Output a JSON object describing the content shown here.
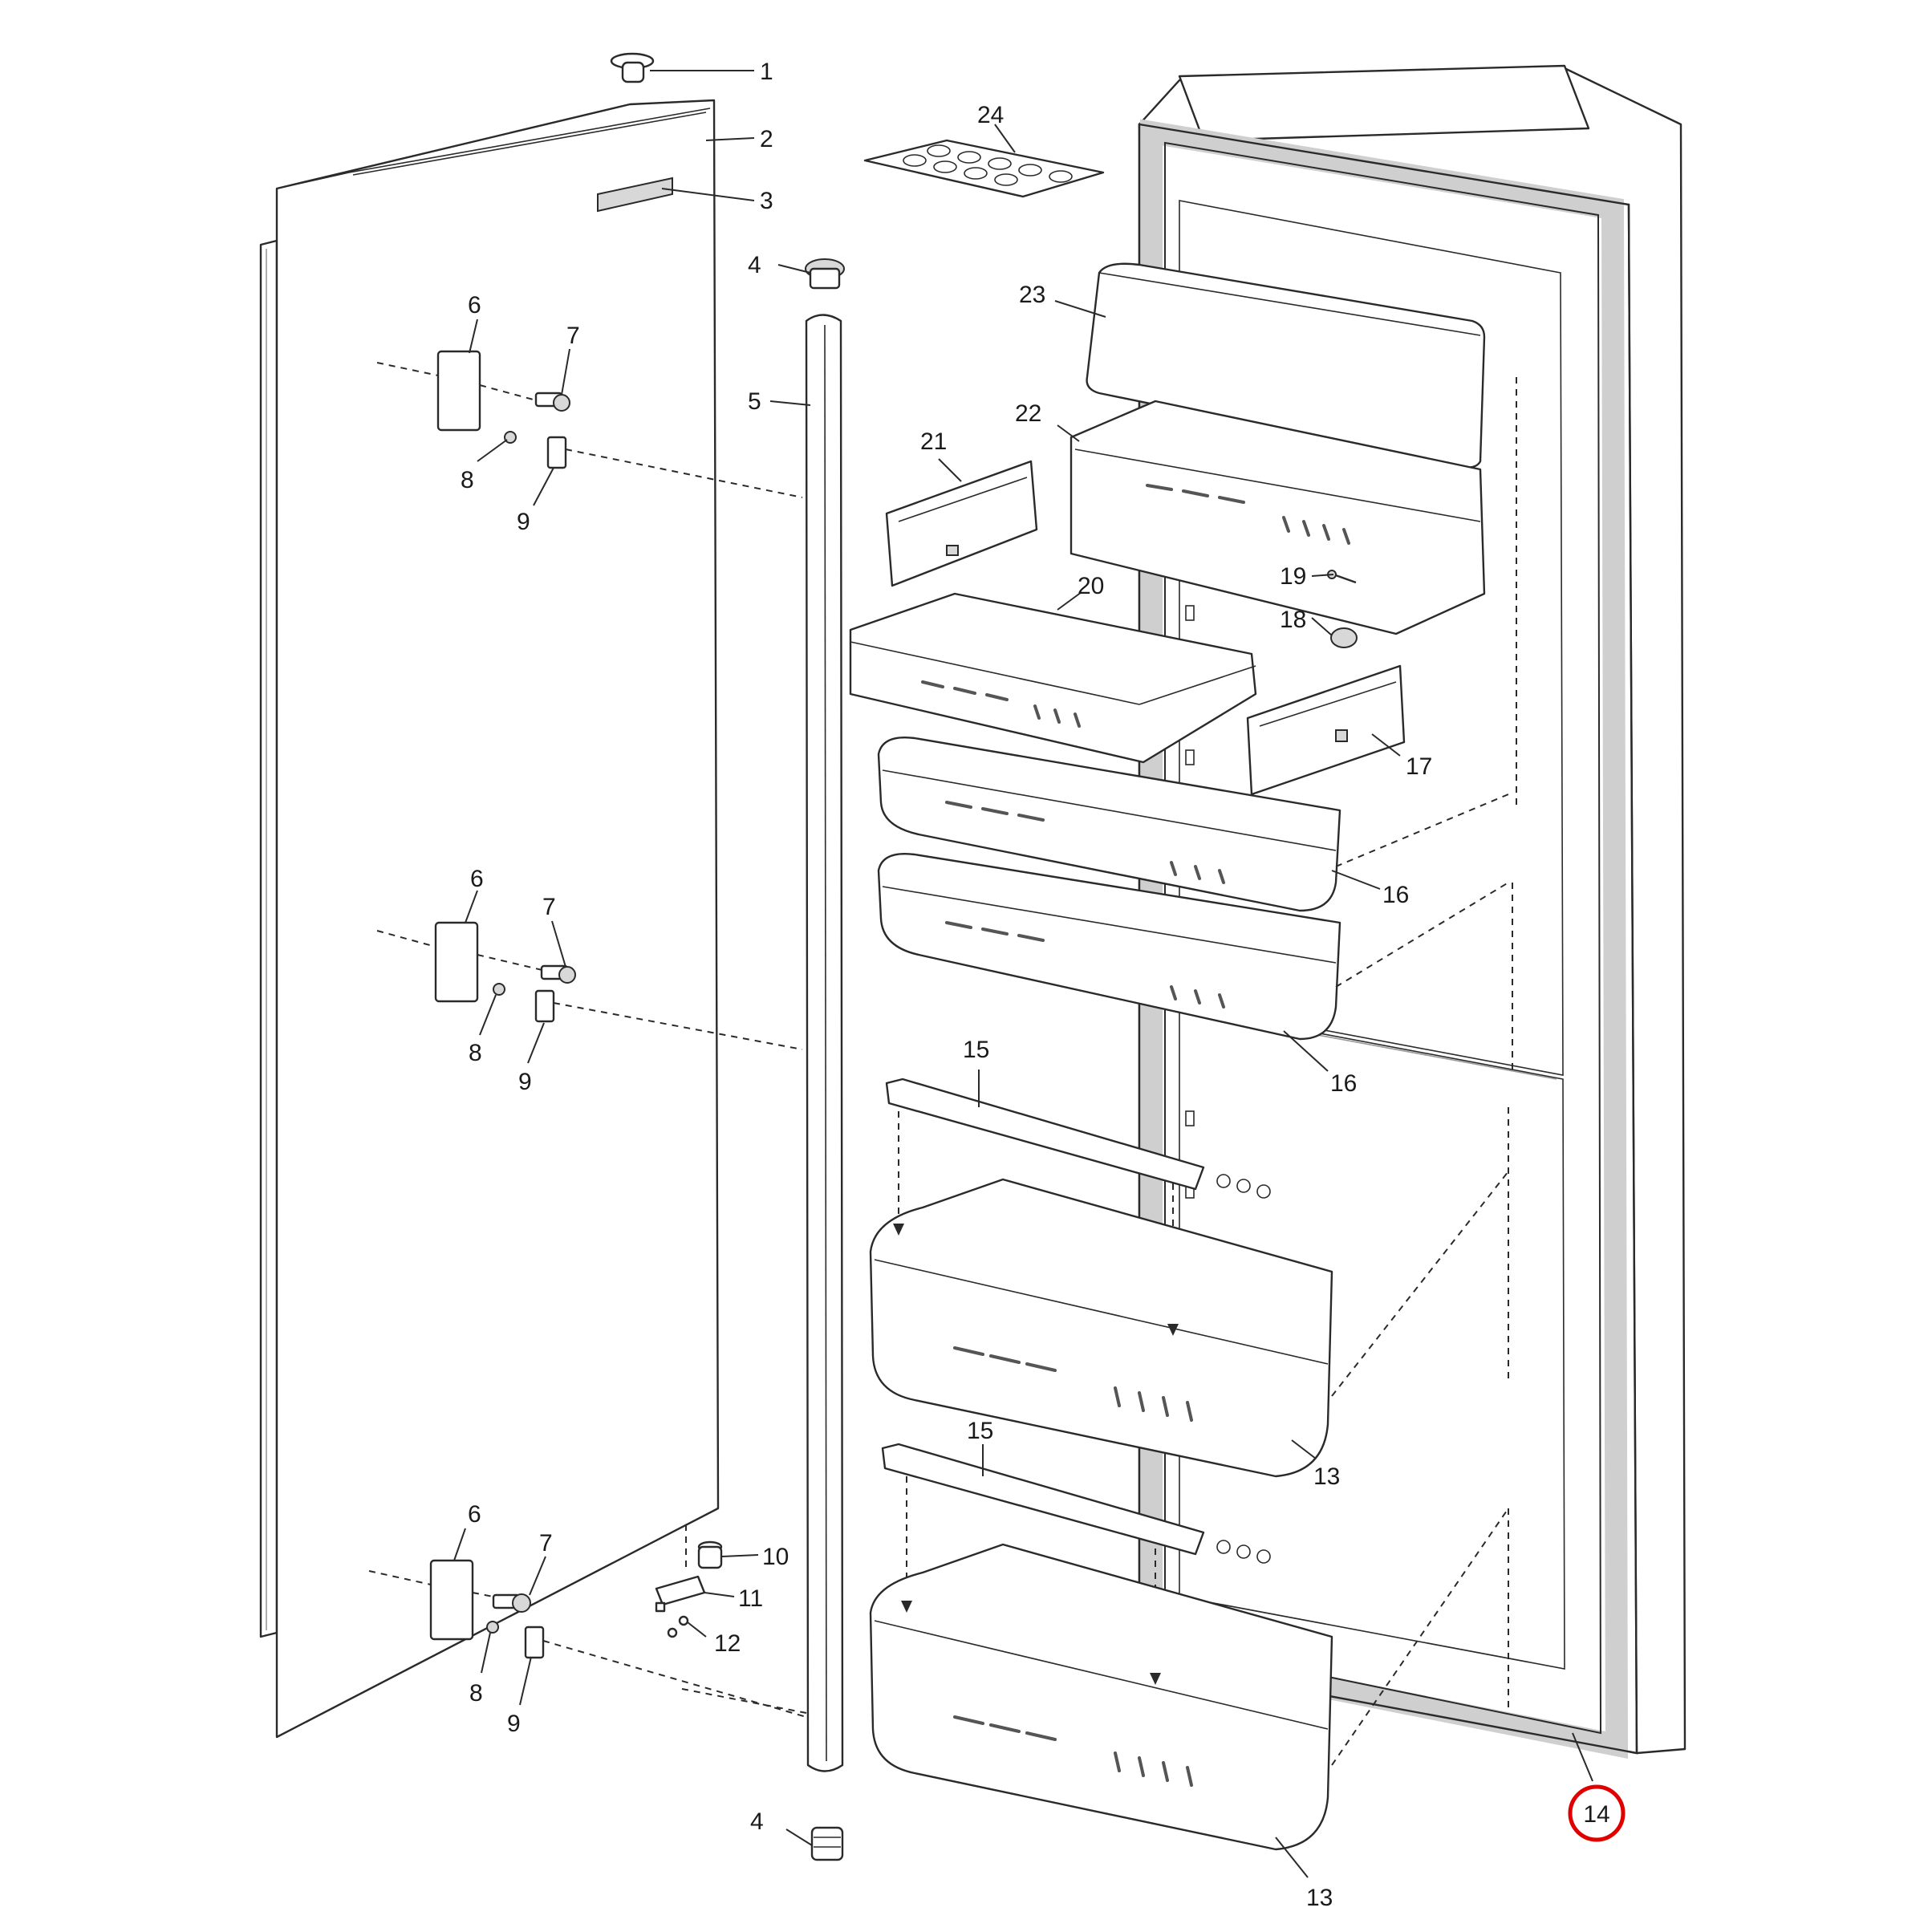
{
  "diagram": {
    "labels": {
      "p1": "1",
      "p2": "2",
      "p3": "3",
      "p4_top": "4",
      "p4_bottom": "4",
      "p5": "5",
      "p6_top": "6",
      "p6_mid": "6",
      "p6_bottom": "6",
      "p7_top": "7",
      "p7_mid": "7",
      "p7_bottom": "7",
      "p8_top": "8",
      "p8_mid": "8",
      "p8_bottom": "8",
      "p9_top": "9",
      "p9_mid": "9",
      "p9_bottom": "9",
      "p10": "10",
      "p11": "11",
      "p12": "12",
      "p13_upper": "13",
      "p13_lower": "13",
      "p14": "14",
      "p15_upper": "15",
      "p15_lower": "15",
      "p16_upper": "16",
      "p16_lower": "16",
      "p17": "17",
      "p18": "18",
      "p19": "19",
      "p20": "20",
      "p21": "21",
      "p22": "22",
      "p23": "23",
      "p24": "24"
    },
    "highlight": {
      "part": "14",
      "color": "#e00000"
    }
  }
}
